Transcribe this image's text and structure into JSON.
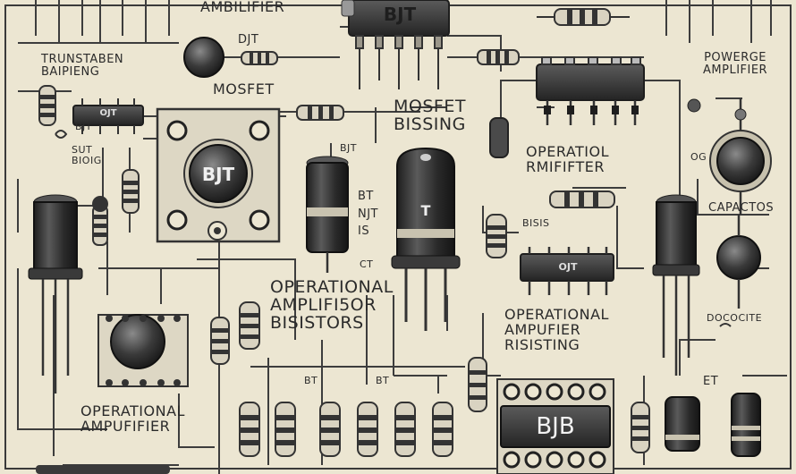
{
  "labels": {
    "top_amplifier": "AMBILIFIER",
    "top_bjt_chip": "BJT",
    "transistor_biasing": "TRUNSTABEN\nBAIPIENG",
    "djt_top": "DJT",
    "mosfet_left": "MOSFET",
    "mosfet_biasing": "MOSFET\nBISSING",
    "power_amplifier": "POWERGE\nAMPLIFIER",
    "small_chip_left": "OJT",
    "bjt_under_chip": "BJT",
    "sut_bioig": "SUT\nBIOIG",
    "bjt_center_button": "BJT",
    "bjt_label_center": "BJT",
    "operation_amplifier": "OPERATIOL\nRMIFIFTER",
    "capacitor": "CAPACTOS",
    "bt_njt": "BT\nNJT\nIS",
    "small_t": "T",
    "bisis": "BISIS",
    "chip_middle_right": "OJT",
    "operational_amplifier_center": "OPERATIONAL\nAMPLIFI5OR\nBISISTORS",
    "operational_amplifier_right": "OPERATIONAL\nAMPUFIER\nRISISTING",
    "doocite": "DOCOCITE",
    "operational_amplifier_left": "OPERATIONAL\nAMPUFIFIER",
    "bjb_chip": "BJB",
    "et_label": "ET",
    "bt_row1": "BT",
    "bt_row2": "BT",
    "og_label": "OG",
    "ct_label": "CT"
  },
  "colors": {
    "background": "#ece6d2",
    "ink": "#2b2b2b",
    "component_dark": "#2e2e2e",
    "component_body": "#b9b4a6"
  }
}
